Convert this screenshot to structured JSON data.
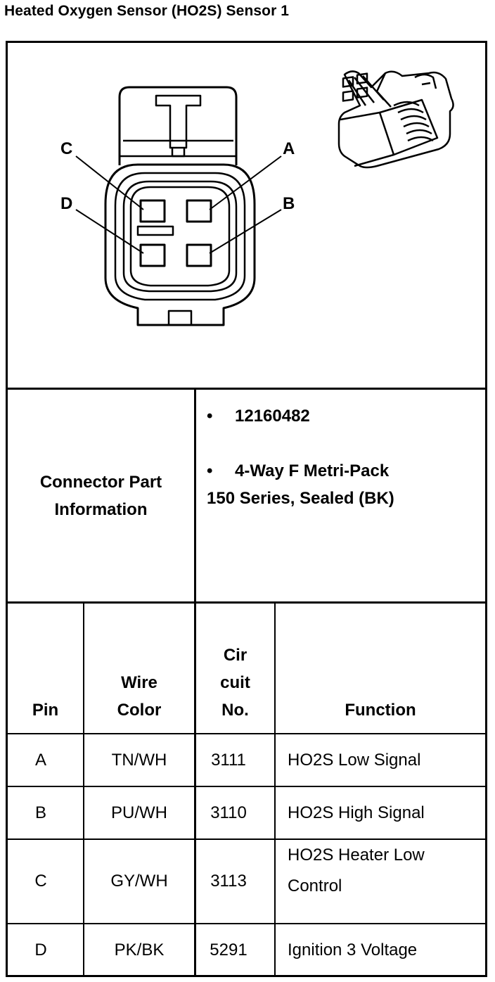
{
  "title": "Heated Oxygen Sensor (HO2S) Sensor 1",
  "diagram": {
    "pin_labels": [
      "C",
      "A",
      "D",
      "B"
    ]
  },
  "connector_info": {
    "label_line1": "Connector Part",
    "label_line2": "Information",
    "part_number": "12160482",
    "description_line1": "4-Way F Metri-Pack",
    "description_line2": "150 Series, Sealed (BK)"
  },
  "table": {
    "headers": {
      "pin": "Pin",
      "wire_line1": "Wire",
      "wire_line2": "Color",
      "cir_line1": "Cir",
      "cir_line2": "cuit",
      "cir_line3": "No.",
      "function": "Function"
    },
    "rows": [
      {
        "pin": "A",
        "color": "TN/WH",
        "circuit": "3111",
        "function": "HO2S Low Signal",
        "function2": ""
      },
      {
        "pin": "B",
        "color": "PU/WH",
        "circuit": "3110",
        "function": "HO2S High Signal",
        "function2": ""
      },
      {
        "pin": "C",
        "color": "GY/WH",
        "circuit": "3113",
        "function": "HO2S Heater Low",
        "function2": "Control"
      },
      {
        "pin": "D",
        "color": "PK/BK",
        "circuit": "5291",
        "function": "Ignition 3 Voltage",
        "function2": ""
      }
    ]
  }
}
